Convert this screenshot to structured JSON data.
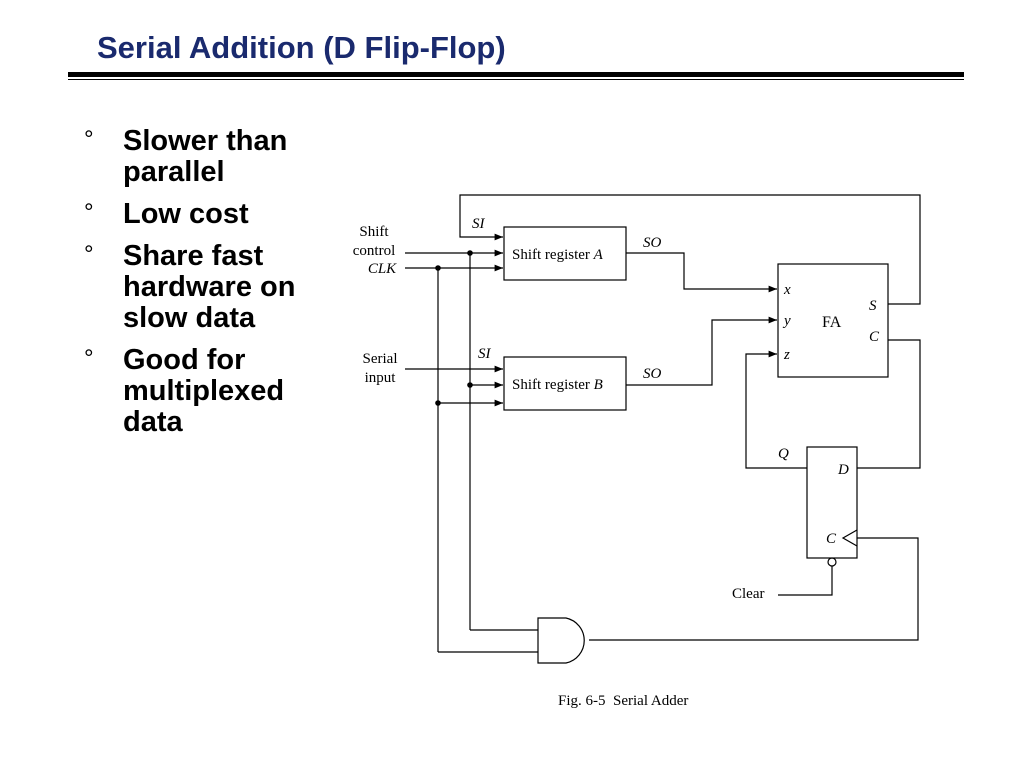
{
  "slide": {
    "title": "Serial Addition (D Flip-Flop)"
  },
  "bullets": {
    "marker": "°",
    "items": [
      {
        "lines": [
          "Slower than",
          "parallel"
        ]
      },
      {
        "lines": [
          "Low cost"
        ]
      },
      {
        "lines": [
          "Share fast",
          "hardware on",
          "slow data"
        ]
      },
      {
        "lines": [
          "Good for",
          "multiplexed",
          "data"
        ]
      }
    ]
  },
  "diagram": {
    "shift_control": [
      "Shift",
      "control"
    ],
    "clk": "CLK",
    "serial_input": [
      "Serial",
      "input"
    ],
    "reg_a": {
      "prefix": "Shift register ",
      "letter": "A"
    },
    "reg_b": {
      "prefix": "Shift register ",
      "letter": "B"
    },
    "si": "SI",
    "so": "SO",
    "fa": {
      "label": "FA",
      "x": "x",
      "y": "y",
      "z": "z",
      "s": "S",
      "c": "C"
    },
    "dff": {
      "q": "Q",
      "d": "D",
      "c": "C"
    },
    "clear": "Clear",
    "caption": "Fig. 6-5  Serial Adder"
  }
}
